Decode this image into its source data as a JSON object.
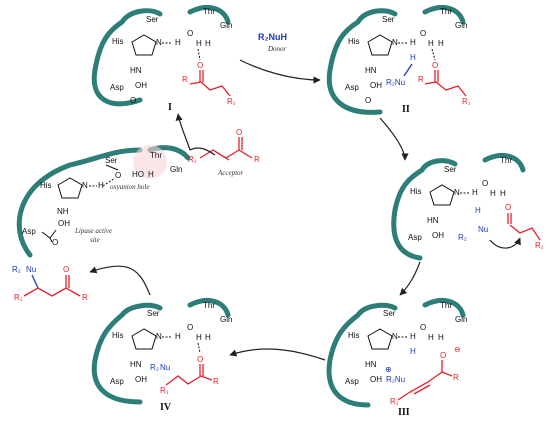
{
  "residues": {
    "ser": "Ser",
    "thr": "Thr",
    "gln": "Gln",
    "his": "His",
    "asp": "Asp"
  },
  "atoms": {
    "o": "O",
    "h": "H",
    "n": "N",
    "nh": "NH",
    "hn": "HN",
    "oh": "OH",
    "ho": "HO",
    "r": "R",
    "r1": "R₁",
    "nu": "Nu",
    "r2nu": "R₂Nu",
    "r2": "R₂",
    "plus": "⊕",
    "minus": "⊖"
  },
  "labels": {
    "donor_formula": "R₂NuH",
    "donor_caption": "Donor",
    "acceptor_caption": "Acceptor",
    "oxyanion_hole": "oxyanion hole",
    "lipase_site_line1": "Lipase active",
    "lipase_site_line2": "site"
  },
  "intermediates": {
    "i": "I",
    "ii": "II",
    "iii": "III",
    "iv": "IV"
  },
  "colors": {
    "pocket": "#2d7d78",
    "substrate": "#e8202a",
    "nucleophile": "#1d3bbf"
  }
}
